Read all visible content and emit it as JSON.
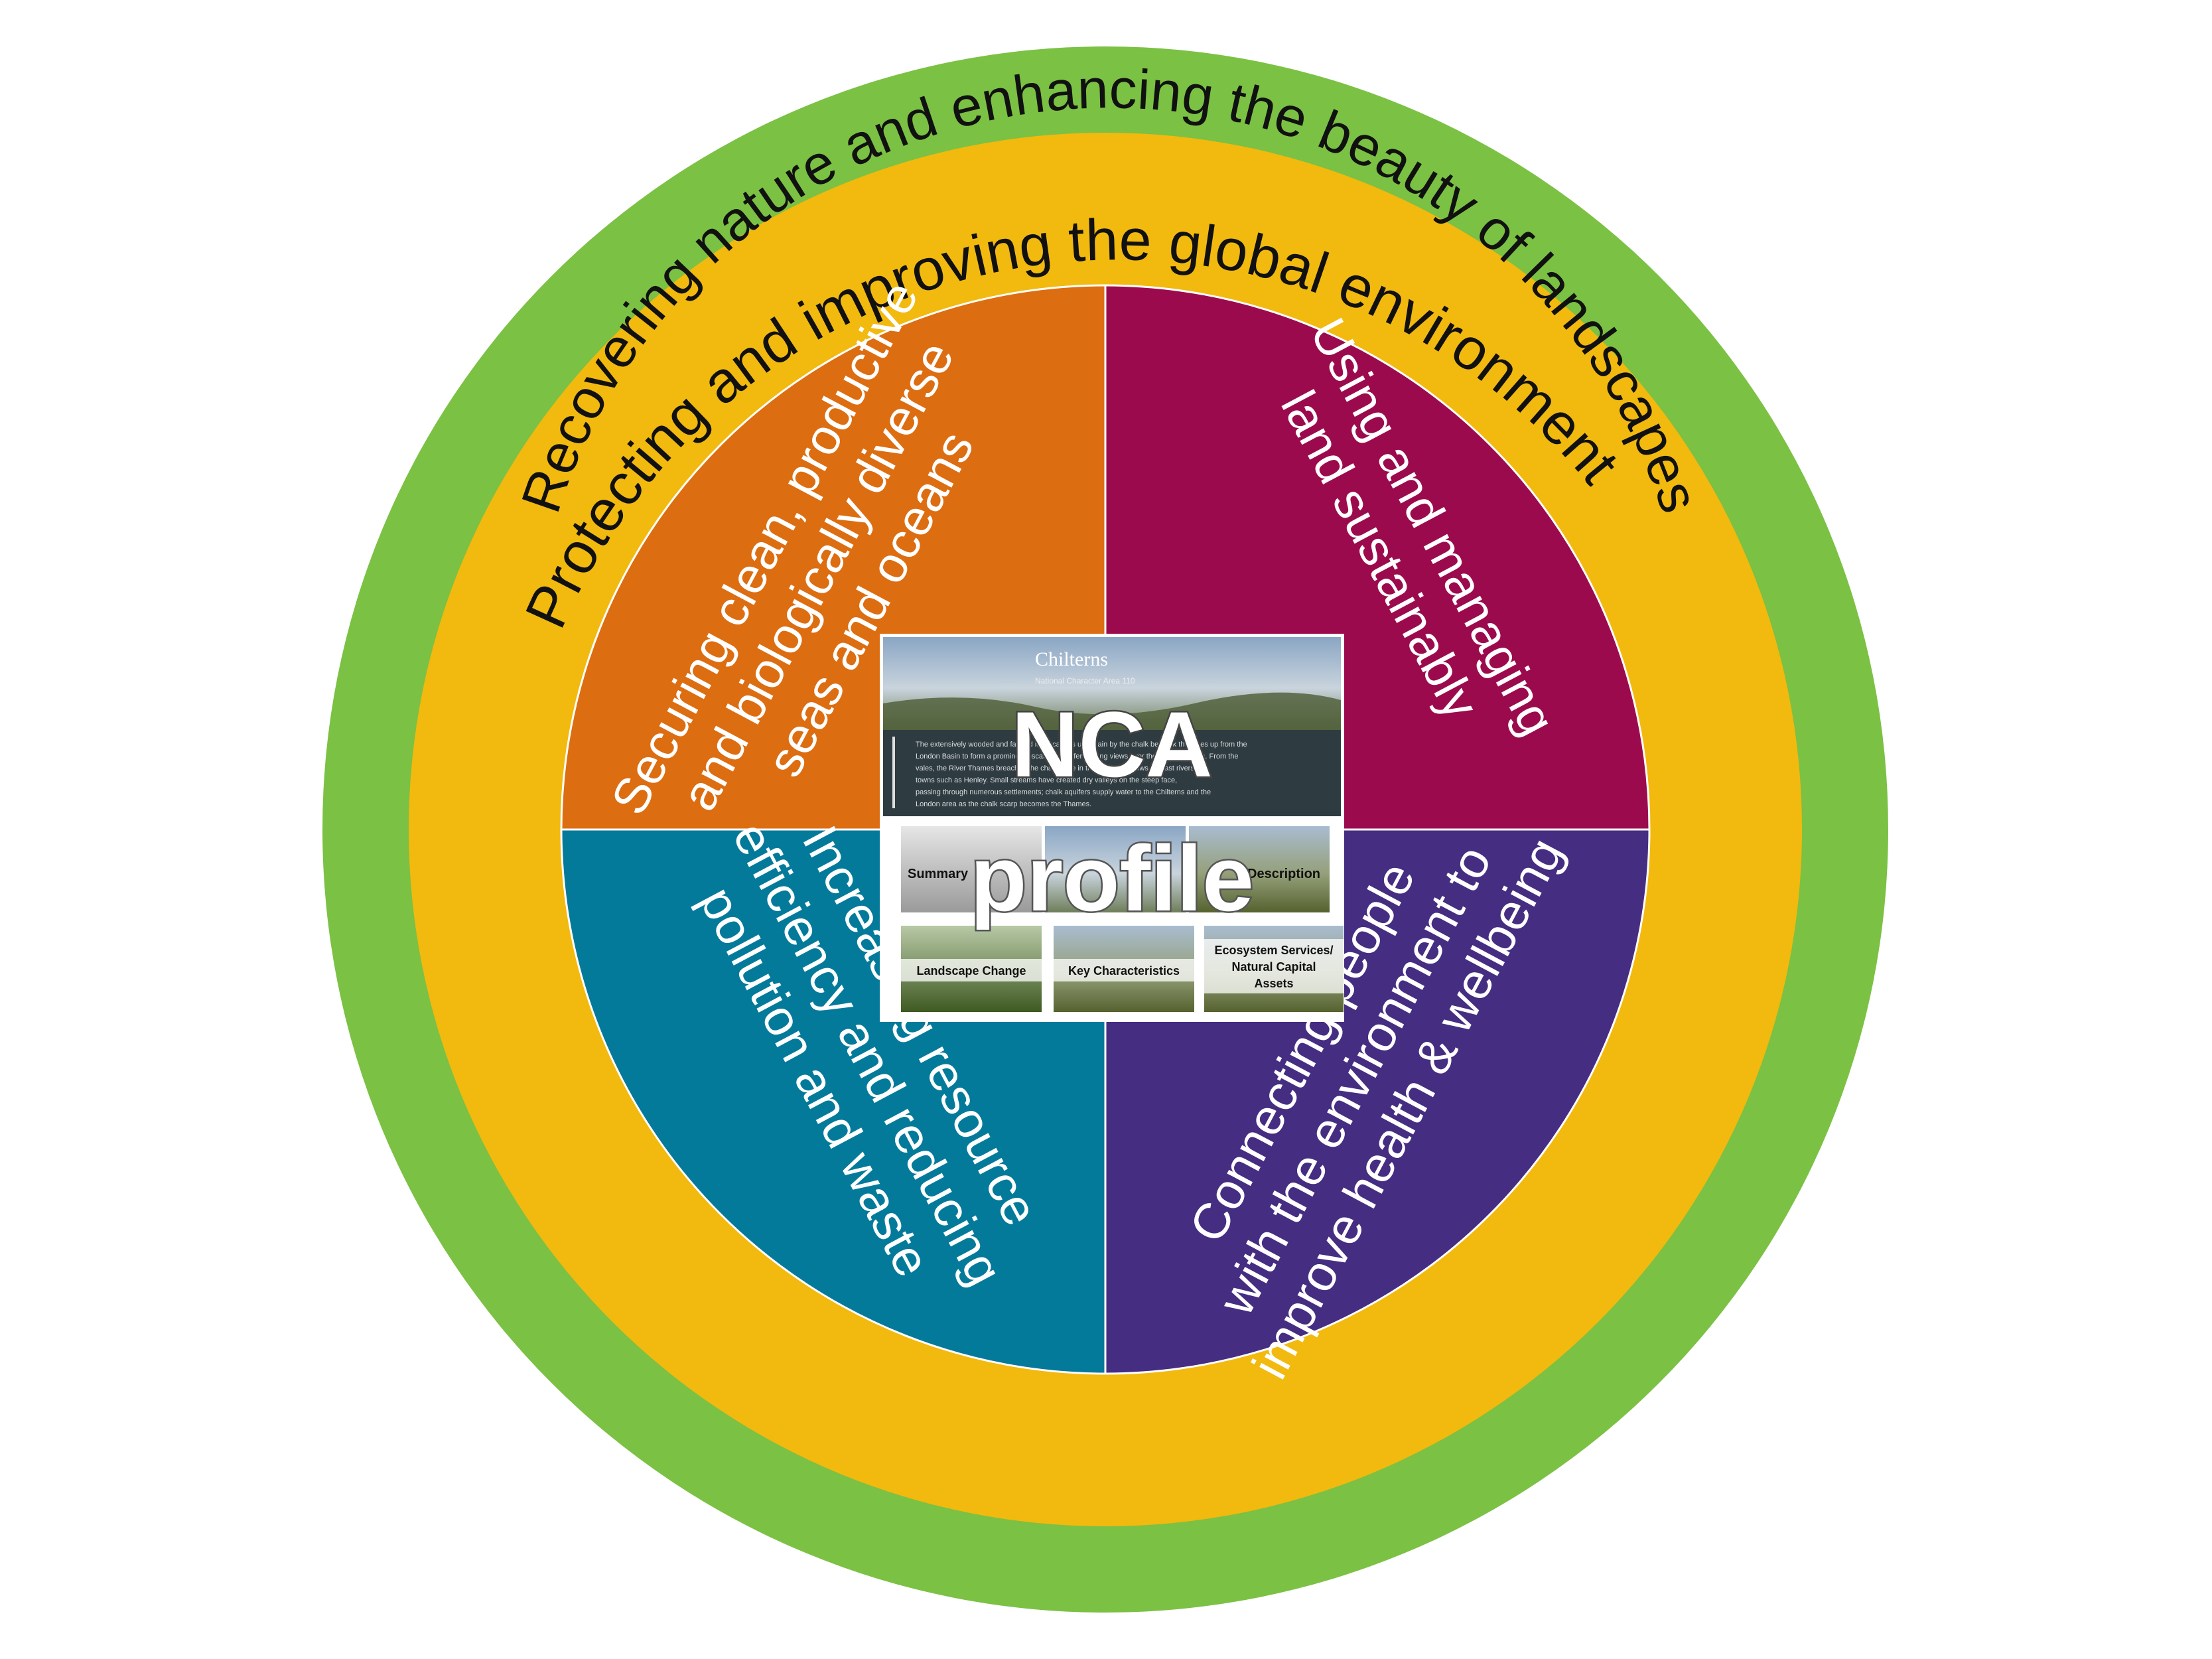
{
  "colors": {
    "outer_ring": "#7bc143",
    "middle_ring": "#f2b90f",
    "quadrant_top_left": "#dd6d11",
    "quadrant_top_right": "#9c0a4e",
    "quadrant_bottom_left": "#047a9b",
    "quadrant_bottom_right": "#452d82",
    "ring_text": "#111111",
    "quadrant_text": "#ffffff"
  },
  "rings": {
    "outer": "Protecting and improving the global environment",
    "middle": "Recovering nature and enhancing the beauty of landscapes"
  },
  "quadrants": {
    "top_left": [
      "Securing clean, productive",
      "and biologically diverse",
      "seas and oceans"
    ],
    "top_right": [
      "Using and managing",
      "land sustainably"
    ],
    "bottom_left": [
      "Increasing resource",
      "efficiency and reducing",
      "pollution and waste"
    ],
    "bottom_right": [
      "Connecting people",
      "with the environment to",
      "improve health & wellbeing"
    ]
  },
  "center_card": {
    "doc_title": "Chilterns",
    "doc_subtitle": "National Character Area 110",
    "doc_text": [
      "The extensively wooded and farmed landscape is underlain by the chalk bedrock that rises up from the",
      "London Basin to form a prominent escarpment offering long views over the adjacent vales. From the",
      "vales, the River Thames breaches the chalk ridge in the south and flows on past riverside",
      "towns such as Henley. Small streams have created dry valleys on the steep face,",
      "passing through numerous settlements; chalk aquifers supply water to the Chilterns and the",
      "London area as the chalk scarp becomes the Thames."
    ],
    "big_label_line1": "NCA",
    "big_label_line2": "profile",
    "tiles": {
      "summary": "Summary",
      "description": "Description",
      "landscape_change": "Landscape Change",
      "key_characteristics": "Key Characteristics",
      "ecosystem_line1": "Ecosystem Services/",
      "ecosystem_line2": "Natural Capital",
      "ecosystem_line3": "Assets"
    }
  }
}
